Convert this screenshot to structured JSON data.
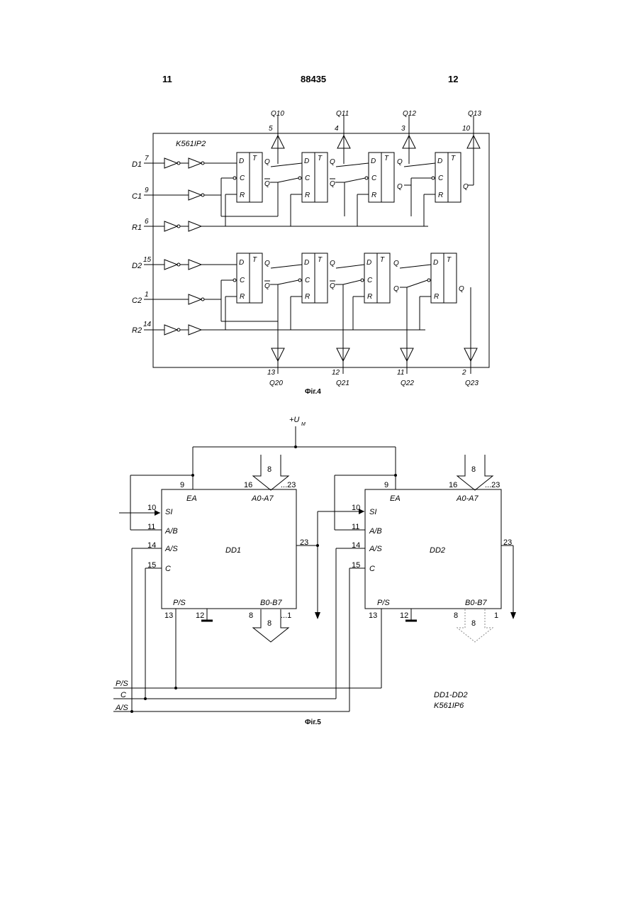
{
  "header": {
    "page_left": "11",
    "doc_number": "88435",
    "page_right": "12"
  },
  "fig4": {
    "caption": "Фіг.4",
    "chip": "K561IP2",
    "inputs": [
      {
        "label": "D1",
        "pin": "7"
      },
      {
        "label": "C1",
        "pin": "9"
      },
      {
        "label": "R1",
        "pin": "6"
      },
      {
        "label": "D2",
        "pin": "15"
      },
      {
        "label": "C2",
        "pin": "1"
      },
      {
        "label": "R2",
        "pin": "14"
      }
    ],
    "outputs_top": [
      {
        "label": "Q10",
        "pin": "5"
      },
      {
        "label": "Q11",
        "pin": "4"
      },
      {
        "label": "Q12",
        "pin": "3"
      },
      {
        "label": "Q13",
        "pin": "10"
      }
    ],
    "outputs_bottom": [
      {
        "label": "Q20",
        "pin": "13"
      },
      {
        "label": "Q21",
        "pin": "12"
      },
      {
        "label": "Q22",
        "pin": "11"
      },
      {
        "label": "Q23",
        "pin": "2"
      }
    ],
    "ff_labels": {
      "d": "D",
      "t": "T",
      "c": "C",
      "r": "R",
      "q": "Q"
    }
  },
  "fig5": {
    "caption": "Фіг.5",
    "supply": "+U",
    "supply_sub": "M",
    "chips": [
      {
        "name": "DD1",
        "bus_out": "...1"
      },
      {
        "name": "DD2",
        "bus_out": "1"
      }
    ],
    "pin_labels": {
      "ea": "EA",
      "si": "SI",
      "ab": "A/B",
      "as": "A/S",
      "c": "C",
      "ps": "P/S",
      "a_bus": "A0-A7",
      "b_bus": "B0-B7"
    },
    "pins": {
      "ea": "9",
      "si": "10",
      "ab": "11",
      "as": "14",
      "c": "15",
      "ps": "13",
      "gnd": "12",
      "a": "16",
      "a_end": "...23",
      "q": "23",
      "bus_width": "8",
      "b": "8"
    },
    "bus_lines": [
      "P/S",
      "C",
      "A/S"
    ],
    "note_line1": "DD1-DD2",
    "note_line2": "K561IP6"
  }
}
